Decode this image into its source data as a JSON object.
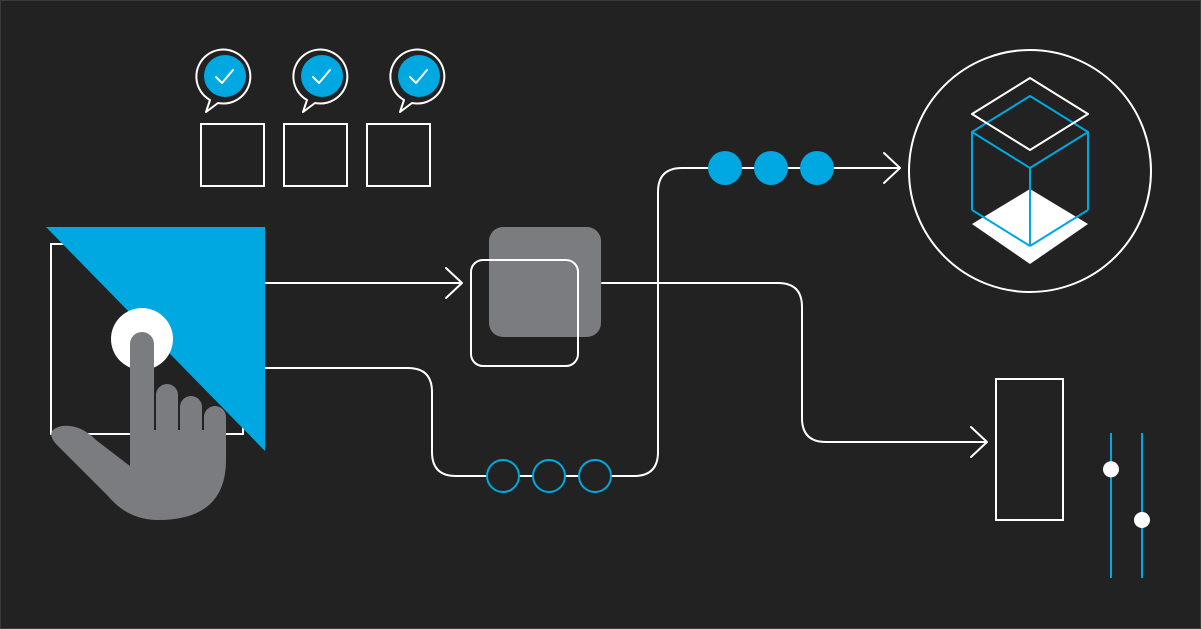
{
  "colors": {
    "background": "#222222",
    "line": "#ffffff",
    "accent": "#00a8e1",
    "gray": "#7b7c80"
  },
  "icons": {
    "approval_bubbles": [
      "checkmark-bubble-icon",
      "checkmark-bubble-icon",
      "checkmark-bubble-icon"
    ],
    "hand": "hand-pointer-icon",
    "cube": "isometric-cube-icon",
    "sliders": "vertical-sliders-icon",
    "arrow": "arrow-right-icon"
  },
  "levels": {
    "slider_left": 0.75,
    "slider_right": 0.4
  },
  "checklist": {
    "checked_count": 3,
    "total": 3
  }
}
